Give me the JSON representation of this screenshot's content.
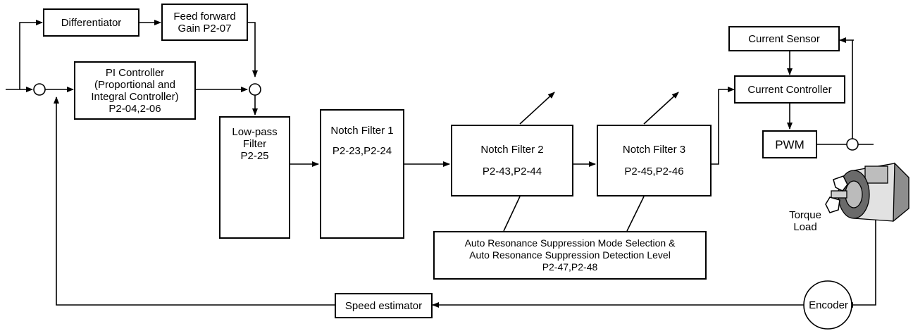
{
  "blocks": {
    "differentiator": "Differentiator",
    "feed_forward": {
      "line1": "Feed forward",
      "line2": "Gain P2-07"
    },
    "pi_controller": {
      "line1": "PI Controller",
      "line2": "(Proportional and",
      "line3": "Integral Controller)",
      "line4": "P2-04,2-06"
    },
    "low_pass": {
      "line1": "Low-pass",
      "line2": "Filter",
      "line3": "P2-25"
    },
    "notch1": {
      "title": "Notch Filter 1",
      "params": "P2-23,P2-24"
    },
    "notch2": {
      "title": "Notch Filter 2",
      "params": "P2-43,P2-44"
    },
    "notch3": {
      "title": "Notch Filter 3",
      "params": "P2-45,P2-46"
    },
    "auto_resonance": {
      "line1": "Auto Resonance Suppression Mode Selection &",
      "line2": "Auto Resonance Suppression Detection Level",
      "line3": "P2-47,P2-48"
    },
    "current_sensor": "Current Sensor",
    "current_controller": "Current Controller",
    "pwm": "PWM",
    "speed_estimator": "Speed estimator",
    "encoder": "Encoder"
  },
  "labels": {
    "torque": "Torque",
    "load": "Load"
  }
}
